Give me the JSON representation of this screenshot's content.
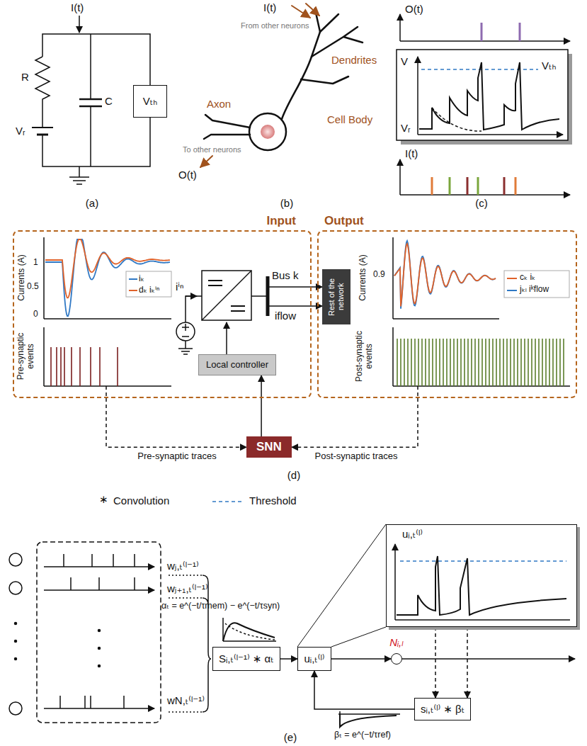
{
  "diagram": {
    "nodes": [
      {
        "text": [
          "Vₜₕ"
        ]
      },
      {
        "text": [
          "Input"
        ]
      },
      {
        "text": [
          "Local controller"
        ],
        "in": 1
      },
      {
        "text": [
          "Output"
        ]
      },
      {
        "text": [
          "Rest of the network"
        ],
        "in": 3
      },
      {
        "text": [
          "SNN"
        ]
      },
      {
        "text": [
          "Sᵢ,ₜ⁽ˡ⁻¹⁾ ∗ αₜ"
        ]
      },
      {
        "text": [
          "uᵢ,ₜ⁽ˡ⁾"
        ]
      },
      {
        "text": [
          "uᵢ,ₜ⁽ˡ⁾"
        ]
      },
      {
        "text": [
          "Nᵢ,ₗ"
        ]
      },
      {
        "text": [
          "sᵢ,ₜ⁽ˡ⁾ ∗ βₜ"
        ]
      }
    ],
    "edges": [
      {
        "from": 5,
        "to": 2,
        "arrow": "to"
      },
      {
        "from": 1,
        "to": 5,
        "label": "Pre-synaptic traces",
        "arrow": "to"
      },
      {
        "from": 3,
        "to": 5,
        "label": "Post-synaptic traces",
        "arrow": "to"
      },
      {
        "from": 6,
        "to": 7,
        "arrow": "to"
      },
      {
        "from": 7,
        "to": 9,
        "arrow": "to"
      },
      {
        "from": 10,
        "to": 7,
        "arrow": "to"
      },
      {
        "from": 8,
        "to": 10,
        "arrow": "to"
      },
      {
        "from": 8,
        "to": 10,
        "arrow": "to"
      }
    ],
    "labels": [
      "I(t)",
      "R",
      "C",
      "Vᵣ",
      "(a)",
      "I(t)",
      "From other neurons",
      "Dendrites",
      "Axon",
      "Cell Body",
      "To other neurons",
      "O(t)",
      "(b)",
      "O(t)",
      "V",
      "Vₜₕ",
      "Vᵣ",
      "I(t)",
      "(c)",
      "Currents (A)",
      "1",
      "0.5",
      "0",
      "Pre-synaptic events",
      "iⁱⁿ",
      "Bus k",
      "iflow",
      "Currents (A)",
      "0.9",
      "Post-synaptic events",
      "(d)",
      "∗",
      "Convolution",
      "Threshold",
      "wⱼ,ₜ⁽ˡ⁻¹⁾",
      "wⱼ₊₁,ₜ⁽ˡ⁻¹⁾",
      "wN,ₜ⁽ˡ⁻¹⁾",
      "αₜ = e^(−t/τmem) − e^(−t/τsyn)",
      "βₜ = e^(−t/τref)",
      "(e)"
    ],
    "legend": [
      {
        "text": "iₖ"
      },
      {
        "text": "dₖ iₖⁱⁿ"
      },
      {
        "text": "cₖ iₖ"
      },
      {
        "text": "jₖₗ iᵏflow"
      }
    ]
  }
}
